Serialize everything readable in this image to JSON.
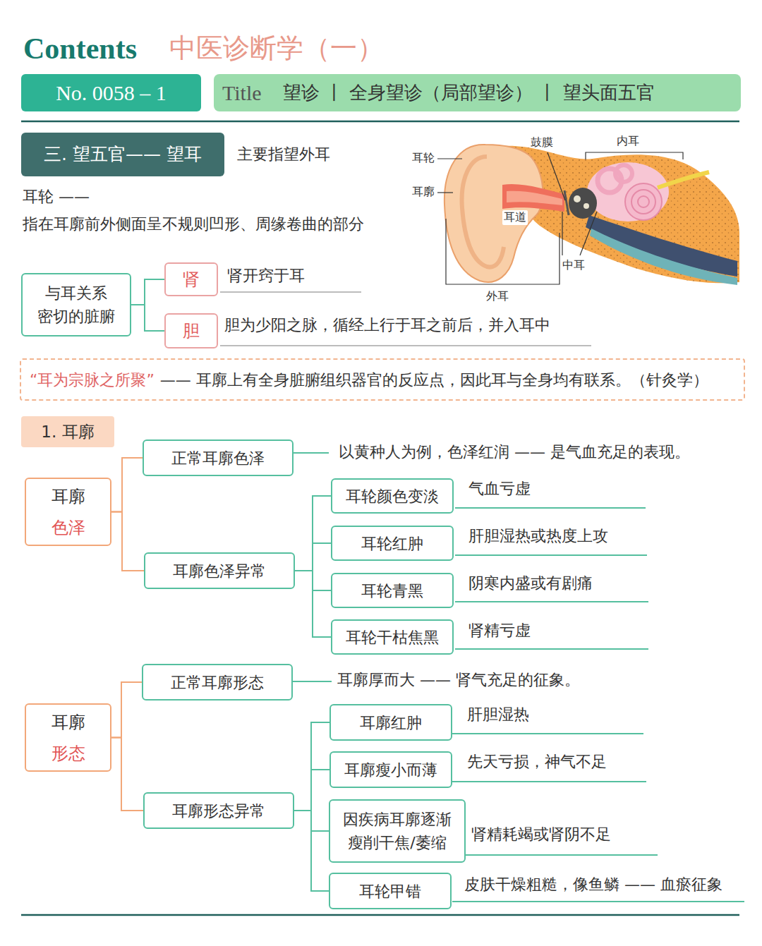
{
  "diagram": {
    "title": "中医诊断学（一）",
    "nodes": [
      {
        "text": [
          "No. 0058 – 1"
        ]
      },
      {
        "text": [
          "Title",
          "望诊 丨 全身望诊（局部望诊） 丨 望头面五官"
        ]
      },
      {
        "text": [
          "三. 望五官—— 望耳"
        ]
      },
      {
        "text": [
          "与耳关系 密切的脏腑"
        ]
      },
      {
        "text": [
          "肾"
        ]
      },
      {
        "text": [
          "胆"
        ]
      },
      {
        "text": [
          "“耳为宗脉之所聚”",
          "—— 耳廓上有全身脏腑组织器官的反应点，因此耳与全身均有联系。（针灸学）"
        ]
      },
      {
        "text": [
          "1. 耳廓"
        ]
      },
      {
        "text": [
          "耳廓",
          "色泽"
        ]
      },
      {
        "text": [
          "正常耳廓色泽"
        ]
      },
      {
        "text": [
          "耳廓色泽异常"
        ]
      },
      {
        "text": [
          "耳轮颜色变淡"
        ]
      },
      {
        "text": [
          "耳轮红肿"
        ]
      },
      {
        "text": [
          "耳轮青黑"
        ]
      },
      {
        "text": [
          "耳轮干枯焦黑"
        ]
      },
      {
        "text": [
          "耳廓",
          "形态"
        ]
      },
      {
        "text": [
          "正常耳廓形态"
        ]
      },
      {
        "text": [
          "耳廓形态异常"
        ]
      },
      {
        "text": [
          "耳廓红肿"
        ]
      },
      {
        "text": [
          "耳廓瘦小而薄"
        ]
      },
      {
        "text": [
          "因疾病耳廓逐渐 瘦削干焦/萎缩"
        ]
      },
      {
        "text": [
          "耳轮甲错"
        ]
      }
    ],
    "edges": [
      {
        "from": 3,
        "to": 4,
        "arrow": "none"
      },
      {
        "from": 3,
        "to": 5,
        "arrow": "none"
      },
      {
        "from": 8,
        "to": 9,
        "arrow": "none"
      },
      {
        "from": 8,
        "to": 10,
        "arrow": "none"
      },
      {
        "from": 10,
        "to": 11,
        "arrow": "none"
      },
      {
        "from": 10,
        "to": 12,
        "arrow": "none"
      },
      {
        "from": 10,
        "to": 13,
        "arrow": "none"
      },
      {
        "from": 10,
        "to": 14,
        "arrow": "none"
      },
      {
        "from": 15,
        "to": 16,
        "arrow": "none"
      },
      {
        "from": 15,
        "to": 17,
        "arrow": "none"
      },
      {
        "from": 17,
        "to": 18,
        "arrow": "none"
      },
      {
        "from": 17,
        "to": 19,
        "arrow": "none"
      },
      {
        "from": 17,
        "to": 20,
        "arrow": "none"
      },
      {
        "from": 17,
        "to": 21,
        "arrow": "none"
      }
    ],
    "labels": [
      "Contents",
      "主要指望外耳",
      "耳轮 ——",
      "指在耳廓前外侧面呈不规则凹形、周缘卷曲的部分",
      "耳轮",
      "耳廓",
      "鼓膜",
      "内耳",
      "耳道",
      "中耳",
      "外耳",
      "肾开窍于耳",
      "胆为少阳之脉，循经上行于耳之前后，并入耳中",
      "以黄种人为例，色泽红润 —— 是气血充足的表现。",
      "气血亏虚",
      "肝胆湿热或热度上攻",
      "阴寒内盛或有剧痛",
      "肾精亏虚",
      "耳廓厚而大 —— 肾气充足的征象。",
      "肝胆湿热",
      "先天亏损，神气不足",
      "肾精耗竭或肾阴不足",
      "皮肤干燥粗糙，像鱼鳞 —— 血瘀征象"
    ]
  }
}
